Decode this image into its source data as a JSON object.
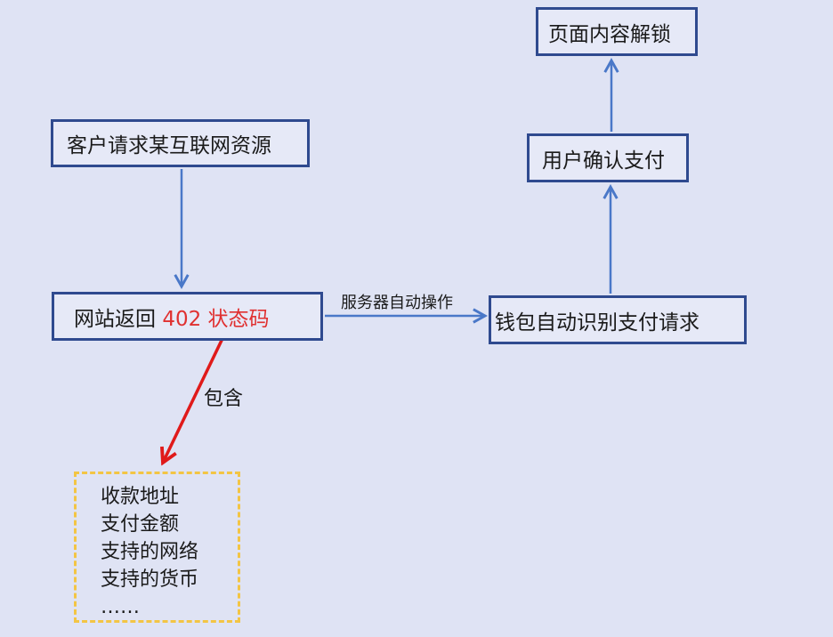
{
  "nodes": {
    "request": "客户请求某互联网资源",
    "return_prefix": "网站返回",
    "status_code": "402 状态码",
    "wallet": "钱包自动识别支付请求",
    "confirm": "用户确认支付",
    "unlock": "页面内容解锁"
  },
  "edges": {
    "server_auto": "服务器自动操作",
    "contains": "包含"
  },
  "info_items": [
    "收款地址",
    "支付金额",
    "支持的网络",
    "支持的货币",
    "……"
  ],
  "colors": {
    "background": "#dfe3f4",
    "box_border": "#2f4a8f",
    "arrow_blue": "#4a78c8",
    "arrow_red": "#e01a1a",
    "status_red": "#e03030",
    "dashed_yellow": "#f3c544"
  }
}
